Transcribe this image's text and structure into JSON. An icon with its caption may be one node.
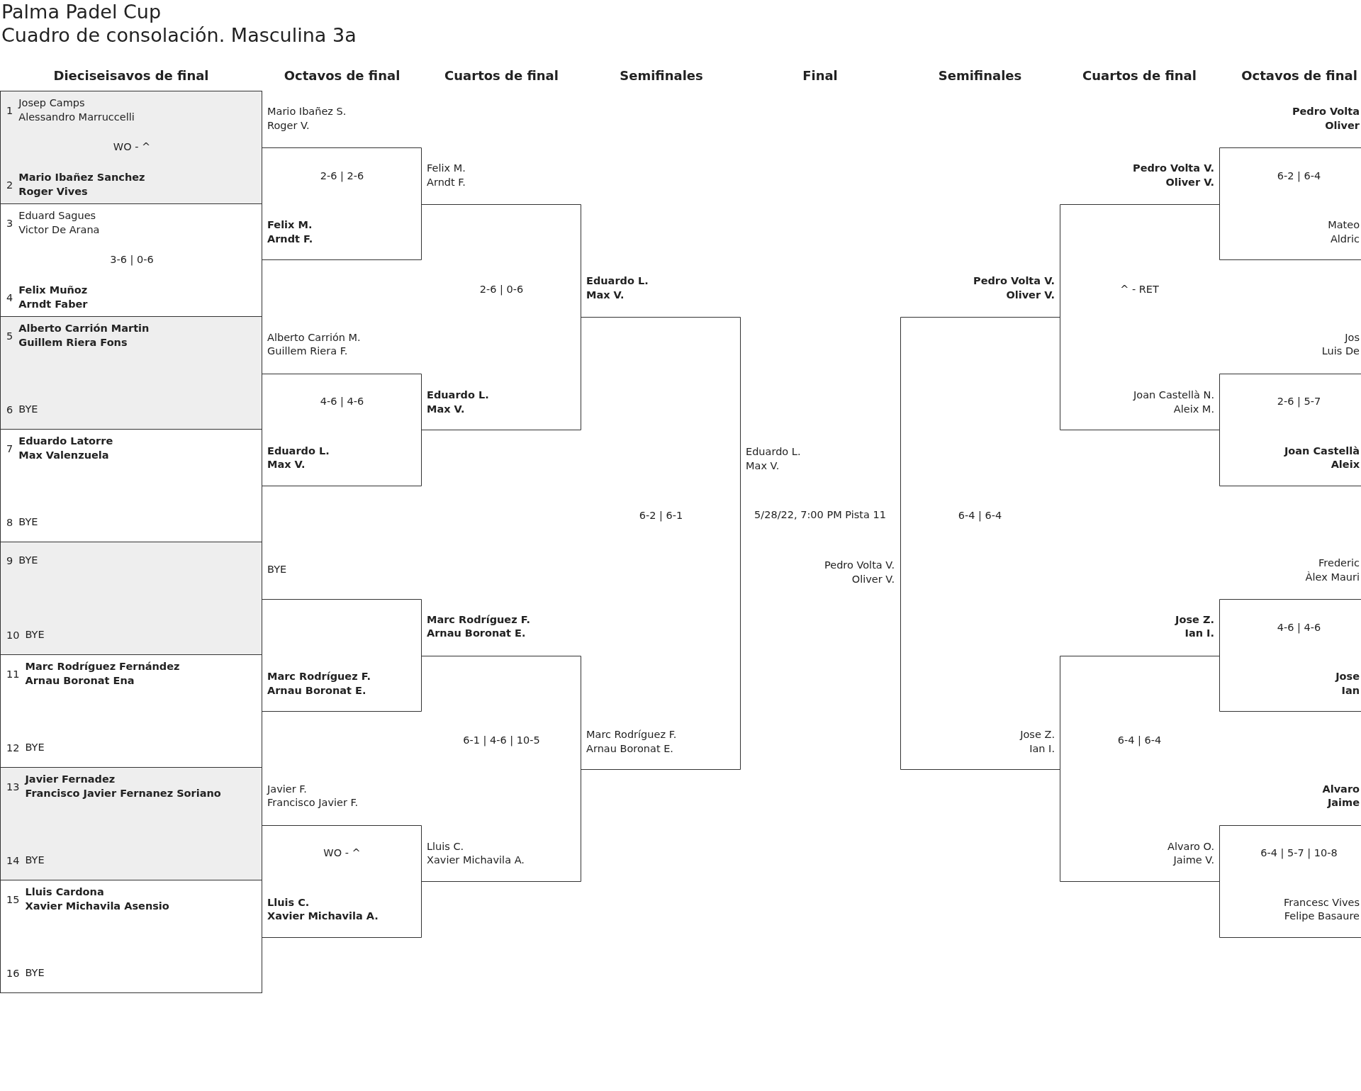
{
  "diagram": {
    "title": "Palma Padel Cup",
    "nodes": [
      {
        "text": [
          "1",
          "Josep Camps",
          "Alessandro Marruccelli",
          "WO - ^",
          "2",
          "Mario Ibañez Sanchez",
          "Roger Vives"
        ]
      },
      {
        "text": [
          "3",
          "Eduard Sagues",
          "Victor De Arana",
          "3-6 | 0-6",
          "4",
          "Felix Muñoz",
          "Arndt Faber"
        ]
      },
      {
        "text": [
          "5",
          "Alberto Carrión Martin",
          "Guillem Riera Fons",
          "6",
          "BYE"
        ]
      },
      {
        "text": [
          "7",
          "Eduardo Latorre",
          "Max Valenzuela",
          "8",
          "BYE"
        ]
      },
      {
        "text": [
          "9",
          "BYE",
          "10",
          "BYE"
        ]
      },
      {
        "text": [
          "11",
          "Marc Rodríguez Fernández",
          "Arnau Boronat Ena",
          "12",
          "BYE"
        ]
      },
      {
        "text": [
          "13",
          "Javier Fernadez",
          "Francisco Javier Fernanez Soriano",
          "14",
          "BYE"
        ]
      },
      {
        "text": [
          "15",
          "Lluis Cardona",
          "Xavier Michavila Asensio",
          "16",
          "BYE"
        ]
      },
      {
        "text": [
          "Mario Ibañez S.",
          "Roger V.",
          "2-6 | 2-6",
          "Felix M.",
          "Arndt F."
        ]
      },
      {
        "text": [
          "Alberto Carrión M.",
          "Guillem Riera F.",
          "4-6 | 4-6",
          "Eduardo L.",
          "Max V."
        ]
      },
      {
        "text": [
          "BYE",
          "Marc Rodríguez F.",
          "Arnau Boronat E."
        ]
      },
      {
        "text": [
          "Javier F.",
          "Francisco Javier F.",
          "WO - ^",
          "Lluis C.",
          "Xavier Michavila A."
        ]
      },
      {
        "text": [
          "Felix M.",
          "Arndt F.",
          "2-6 | 0-6",
          "Eduardo L.",
          "Max V."
        ]
      },
      {
        "text": [
          "Marc Rodríguez F.",
          "Arnau Boronat E.",
          "6-1 | 4-6 | 10-5",
          "Lluis C.",
          "Xavier Michavila A."
        ]
      },
      {
        "text": [
          "Eduardo L.",
          "Max V.",
          "6-2 | 6-1",
          "Marc Rodríguez F.",
          "Arnau Boronat E."
        ]
      },
      {
        "text": [
          "Pedro Volta V.",
          "Oliver V.",
          "6-4 | 6-4",
          "Jose Z.",
          "Ian I."
        ]
      },
      {
        "text": [
          "Pedro Volta V.",
          "Oliver V.",
          "^ - RET",
          "Joan Castellà N.",
          "Aleix M."
        ]
      },
      {
        "text": [
          "Jose Z.",
          "Ian I.",
          "6-4 | 6-4",
          "Alvaro O.",
          "Jaime V."
        ]
      },
      {
        "text": [
          "Pedro Volta",
          "Oliver",
          "6-2 | 6-4",
          "Mateo",
          "Aldric"
        ]
      },
      {
        "text": [
          "Jos",
          "Luis De",
          "2-6 | 5-7",
          "Joan Castellà",
          "Aleix"
        ]
      },
      {
        "text": [
          "Frederic",
          "Àlex Mauri",
          "4-6 | 4-6",
          "Jose",
          "Ian"
        ]
      },
      {
        "text": [
          "Alvaro",
          "Jaime",
          "6-4 | 5-7 | 10-8",
          "Francesc Vives",
          "Felipe Basaure"
        ]
      }
    ],
    "labels": [
      "Cuadro de consolación. Masculina 3a",
      "Dieciseisavos de final",
      "Octavos de final",
      "Cuartos de final",
      "Semifinales",
      "Final",
      "Semifinales",
      "Cuartos de final",
      "Octavos de final",
      "Eduardo L.",
      "Max V.",
      "5/28/22, 7:00 PM Pista 11",
      "Pedro Volta V.",
      "Oliver V."
    ]
  }
}
